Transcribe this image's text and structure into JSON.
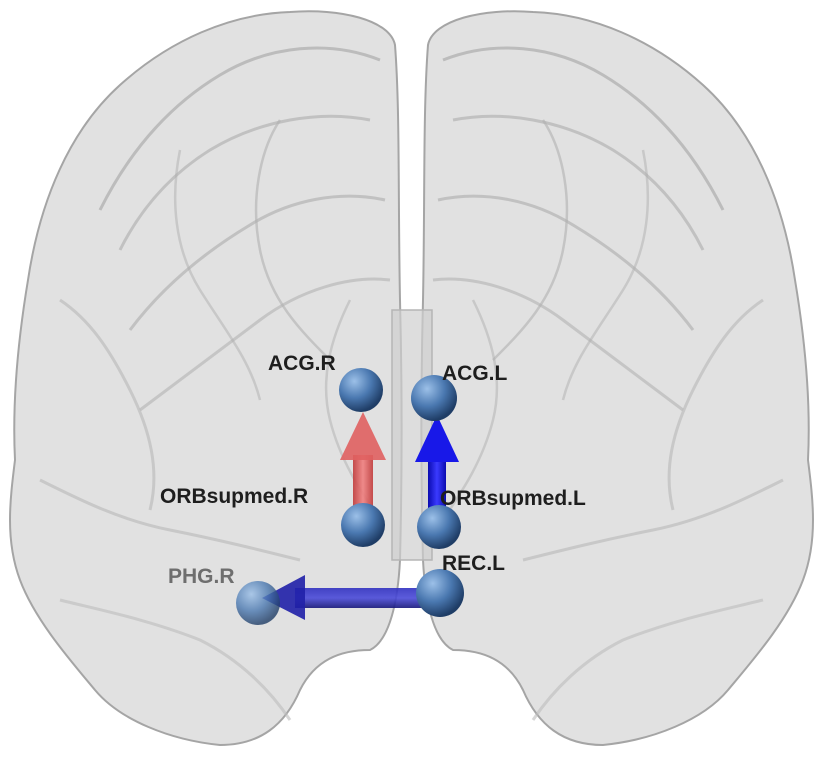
{
  "figure": {
    "view": "brain-network-frontal-view"
  },
  "colors": {
    "background": "#ffffff",
    "brain_surface": "#d9d9d9",
    "brain_outline": "#9a9a9a",
    "node": "#4a78b0",
    "edge_red": "#e05555",
    "edge_blue": "#1a1ae0",
    "edge_blue_dark": "#2a2aa0",
    "label": "#1e1e1e"
  },
  "nodes": [
    {
      "id": "ACG.R",
      "label": "ACG.R"
    },
    {
      "id": "ACG.L",
      "label": "ACG.L"
    },
    {
      "id": "ORBsupmed.R",
      "label": "ORBsupmed.R"
    },
    {
      "id": "ORBsupmed.L",
      "label": "ORBsupmed.L"
    },
    {
      "id": "PHG.R",
      "label": "PHG.R"
    },
    {
      "id": "REC.L",
      "label": "REC.L"
    }
  ],
  "edges": [
    {
      "from": "ORBsupmed.R",
      "to": "ACG.R",
      "color": "red",
      "directed": true
    },
    {
      "from": "ORBsupmed.L",
      "to": "ACG.L",
      "color": "blue",
      "directed": true
    },
    {
      "from": "REC.L",
      "to": "PHG.R",
      "color": "blue",
      "directed": true
    }
  ]
}
